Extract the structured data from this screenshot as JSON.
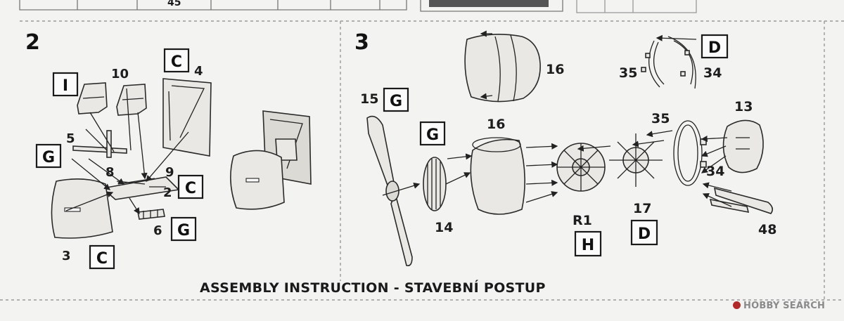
{
  "document": {
    "footer_title": "ASSEMBLY INSTRUCTION - STAVEBNÍ POSTUP",
    "watermark": "HOBBY SEARCH",
    "top_strip_fragment": "45"
  },
  "step2": {
    "number": "2",
    "part_labels": {
      "p10": "10",
      "p4": "4",
      "p5": "5",
      "p8": "8",
      "p9": "9",
      "p2": "2",
      "p6": "6",
      "p3": "3"
    },
    "sprue_boxes": {
      "i": "I",
      "c_top": "C",
      "g_left": "G",
      "c_mid": "C",
      "g_bottom": "G",
      "c_bottom": "C"
    }
  },
  "step3": {
    "number": "3",
    "part_labels": {
      "p16_top": "16",
      "p35_top": "35",
      "p34_top": "34",
      "p15": "15",
      "p16_mid": "16",
      "p35_mid": "35",
      "p13": "13",
      "p34_mid": "34",
      "p14": "14",
      "r1": "R1",
      "p17": "17",
      "p48": "48"
    },
    "sprue_boxes": {
      "d_top": "D",
      "g_prop": "G",
      "g_cowl": "G",
      "h": "H",
      "d_bottom": "D"
    }
  }
}
